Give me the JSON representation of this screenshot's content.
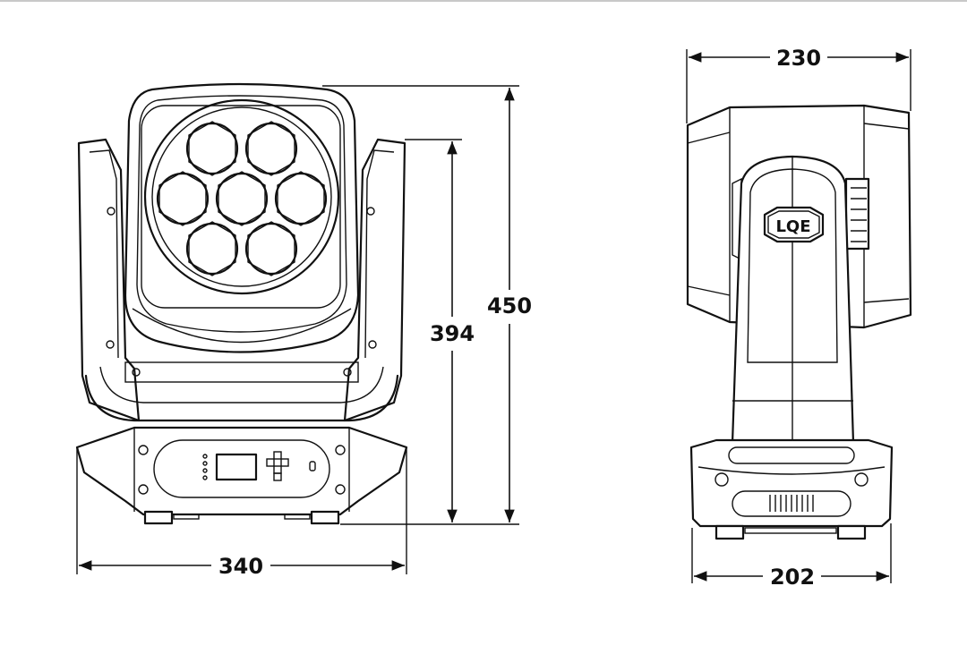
{
  "dimensions": {
    "front_width": "340",
    "front_inner_height": "394",
    "front_total_height": "450",
    "side_depth": "230",
    "side_base_depth": "202"
  },
  "logo": "LQE",
  "colors": {
    "line": "#111111",
    "background": "#ffffff"
  }
}
